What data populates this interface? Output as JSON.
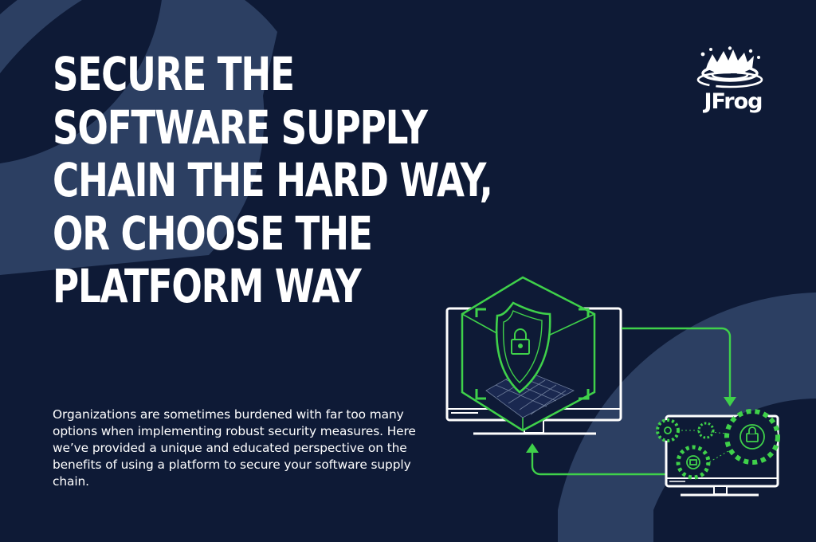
{
  "headline": {
    "lines": [
      "SECURE THE",
      "SOFTWARE SUPPLY",
      "CHAIN THE HARD WAY,",
      "OR CHOOSE THE",
      "PLATFORM WAY"
    ]
  },
  "description": "Organizations are sometimes burdened with far too many options when implementing robust security measures. Here we’ve provided a unique and educated perspective on the benefits of using a platform to secure your software supply chain.",
  "brand": {
    "name": "JFrog"
  },
  "colors": {
    "background": "#0e1a36",
    "decorative_arc": "#2c3f62",
    "accent_green": "#3fd14a",
    "text": "#ffffff"
  },
  "icons": {
    "logo": "jfrog-splash-logo",
    "left_monitor": "monitor-icon",
    "shield": "shield-lock-icon",
    "right_monitor": "monitor-icon",
    "gears": "gear-lock-icon"
  }
}
